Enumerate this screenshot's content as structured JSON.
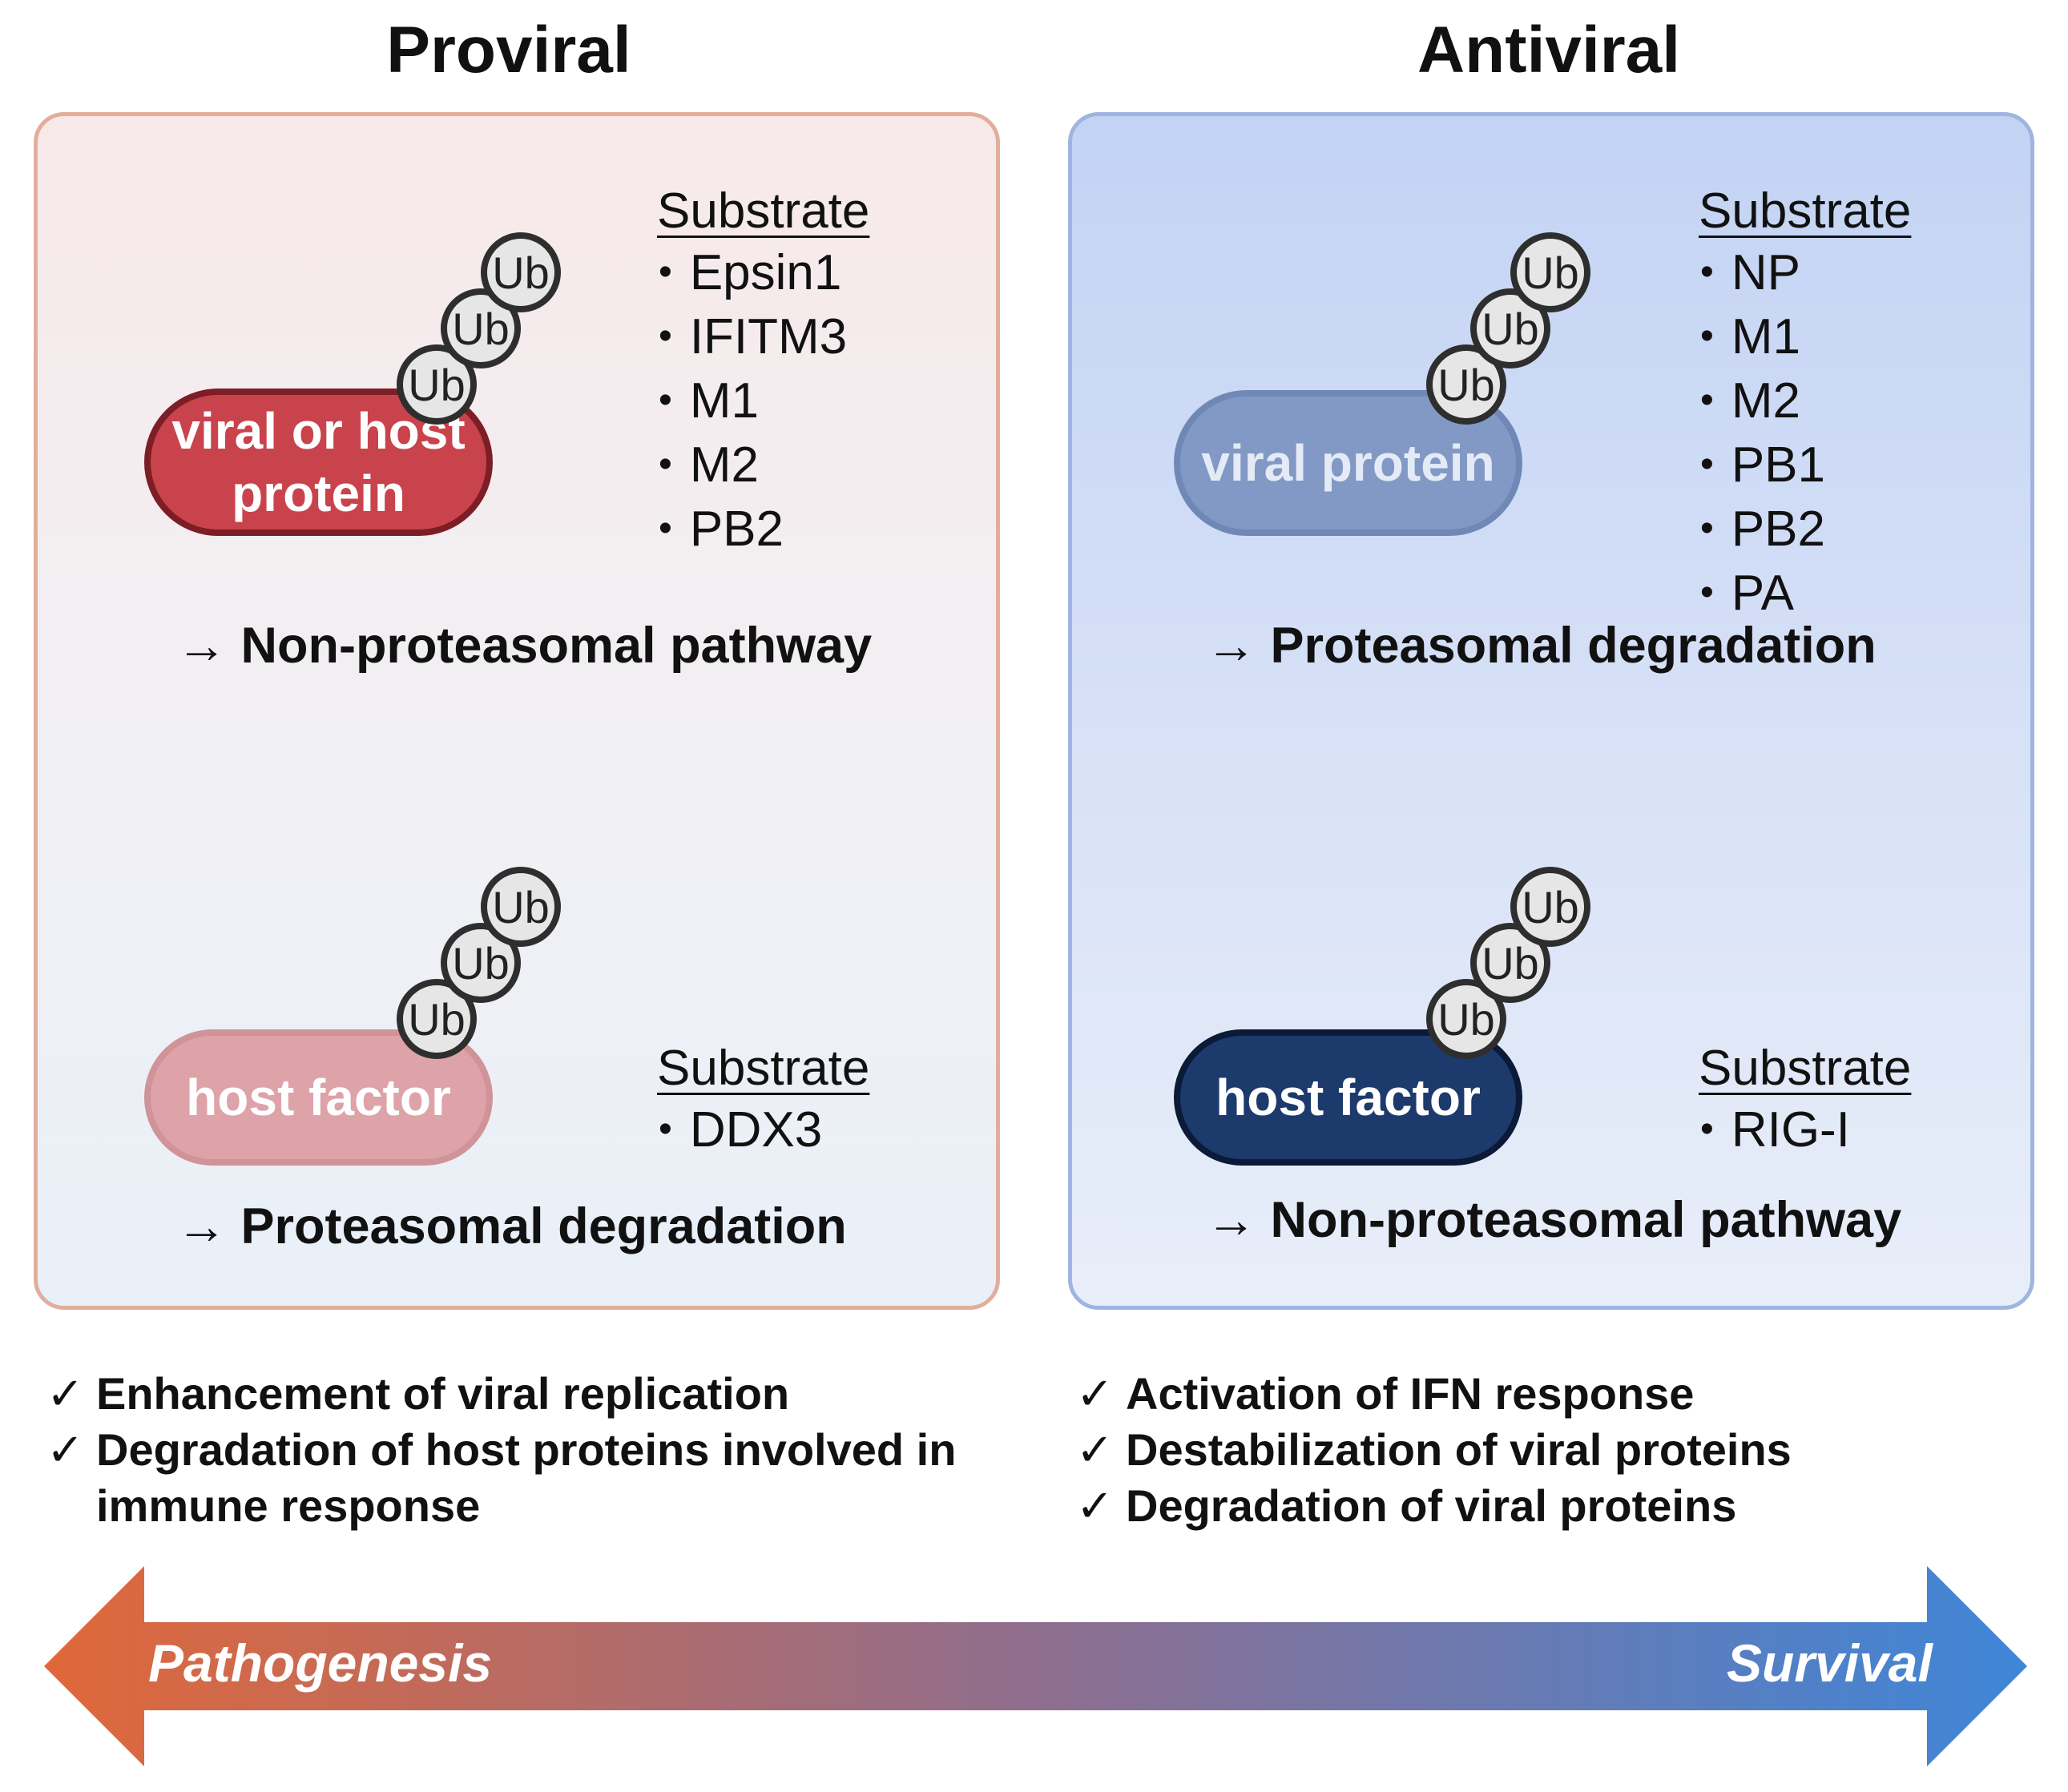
{
  "proviral": {
    "title": "Proviral",
    "top": {
      "protein_line1": "viral or host",
      "protein_line2": "protein",
      "ub": [
        "Ub",
        "Ub",
        "Ub"
      ],
      "substrate_title": "Substrate",
      "substrates": [
        "Epsin1",
        "IFITM3",
        "M1",
        "M2",
        "PB2"
      ],
      "pathway": "→ Non-proteasomal pathway"
    },
    "bottom": {
      "protein": "host factor",
      "ub": [
        "Ub",
        "Ub",
        "Ub"
      ],
      "substrate_title": "Substrate",
      "substrates": [
        "DDX3"
      ],
      "pathway": "→ Proteasomal degradation"
    },
    "effects": [
      "Enhancement of viral replication",
      "Degradation of host proteins involved in immune response"
    ]
  },
  "antiviral": {
    "title": "Antiviral",
    "top": {
      "protein": "viral protein",
      "ub": [
        "Ub",
        "Ub",
        "Ub"
      ],
      "substrate_title": "Substrate",
      "substrates": [
        "NP",
        "M1",
        "M2",
        "PB1",
        "PB2",
        "PA"
      ],
      "pathway": "→ Proteasomal degradation"
    },
    "bottom": {
      "protein": "host factor",
      "ub": [
        "Ub",
        "Ub",
        "Ub"
      ],
      "substrate_title": "Substrate",
      "substrates": [
        "RIG-I"
      ],
      "pathway": "→ Non-proteasomal pathway"
    },
    "effects": [
      "Activation of IFN response",
      "Destabilization of viral proteins",
      "Degradation of viral proteins"
    ]
  },
  "arrow": {
    "left_label": "Pathogenesis",
    "right_label": "Survival",
    "left_color": "#e0683a",
    "right_color": "#3f86d8"
  },
  "colors": {
    "proviral_top_pill": "#c9434c",
    "proviral_bottom_pill": "#dda3a8",
    "antiviral_top_pill": "#8199c4",
    "antiviral_bottom_pill": "#1d3a6c"
  }
}
